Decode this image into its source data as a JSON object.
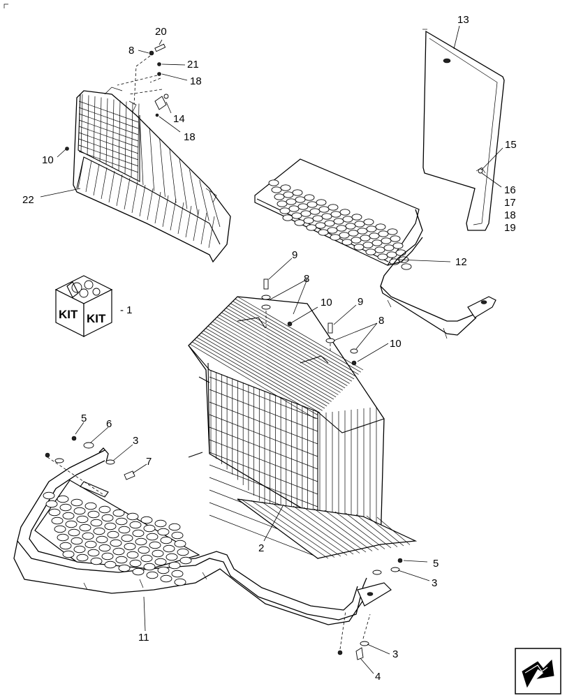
{
  "callouts": {
    "c20": "20",
    "c8a": "8",
    "c21": "21",
    "c18a": "18",
    "c14": "14",
    "c18b": "18",
    "c10a": "10",
    "c22": "22",
    "c13": "13",
    "c15": "15",
    "c16": "16",
    "c17": "17",
    "c18c": "18",
    "c19": "19",
    "c12": "12",
    "c9a": "9",
    "c8b": "8",
    "c10b": "10",
    "c9b": "9",
    "c8c": "8",
    "c10c": "10",
    "c1": "- 1",
    "c5a": "5",
    "c6": "6",
    "c3a": "3",
    "c7": "7",
    "c2": "2",
    "c5b": "5",
    "c3b": "3",
    "c11": "11",
    "c3c": "3",
    "c4": "4"
  },
  "kit": {
    "label_left": "KIT",
    "label_right": "KIT"
  },
  "icons": {
    "navigation": "next-page-arrow-icon",
    "corner": "corner-mark-icon"
  }
}
